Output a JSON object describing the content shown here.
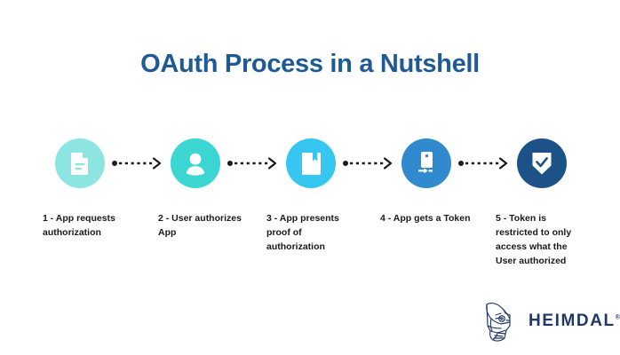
{
  "page": {
    "title": "OAuth Process in a Nutshell",
    "background_color": "#ffffff",
    "title_color": "#1f5a96"
  },
  "flow": {
    "steps": [
      {
        "number": "1",
        "caption": "1 - App requests authorization",
        "icon": "document-icon",
        "circle_color": "#8ce5e1",
        "icon_color": "#ffffff"
      },
      {
        "number": "2",
        "caption": "2 - User authorizes App",
        "icon": "user-icon",
        "circle_color": "#3bd5d2",
        "icon_color": "#ffffff"
      },
      {
        "number": "3",
        "caption": "3 - App presents proof of authorization",
        "icon": "book-icon",
        "circle_color": "#36c6f0",
        "icon_color": "#ffffff"
      },
      {
        "number": "4",
        "caption": "4 - App gets a Token",
        "icon": "token-icon",
        "circle_color": "#3189ce",
        "icon_color": "#ffffff"
      },
      {
        "number": "5",
        "caption": "5 - Token is restricted to only access what the User authorized",
        "icon": "shield-check-icon",
        "circle_color": "#1c5288",
        "icon_color": "#ffffff"
      }
    ],
    "connectors": [
      {
        "name": "arrow-1-to-2",
        "style": "dotted-arrow"
      },
      {
        "name": "arrow-2-to-3",
        "style": "dotted-arrow"
      },
      {
        "name": "arrow-3-to-4",
        "style": "dotted-arrow"
      },
      {
        "name": "arrow-4-to-5",
        "style": "dotted-arrow"
      }
    ],
    "connector_color": "#1a1a1a"
  },
  "logo": {
    "mark": "heimdal-helmet-icon",
    "wordmark": "HEIMDAL",
    "trademark": "®",
    "color": "#1f3864"
  }
}
